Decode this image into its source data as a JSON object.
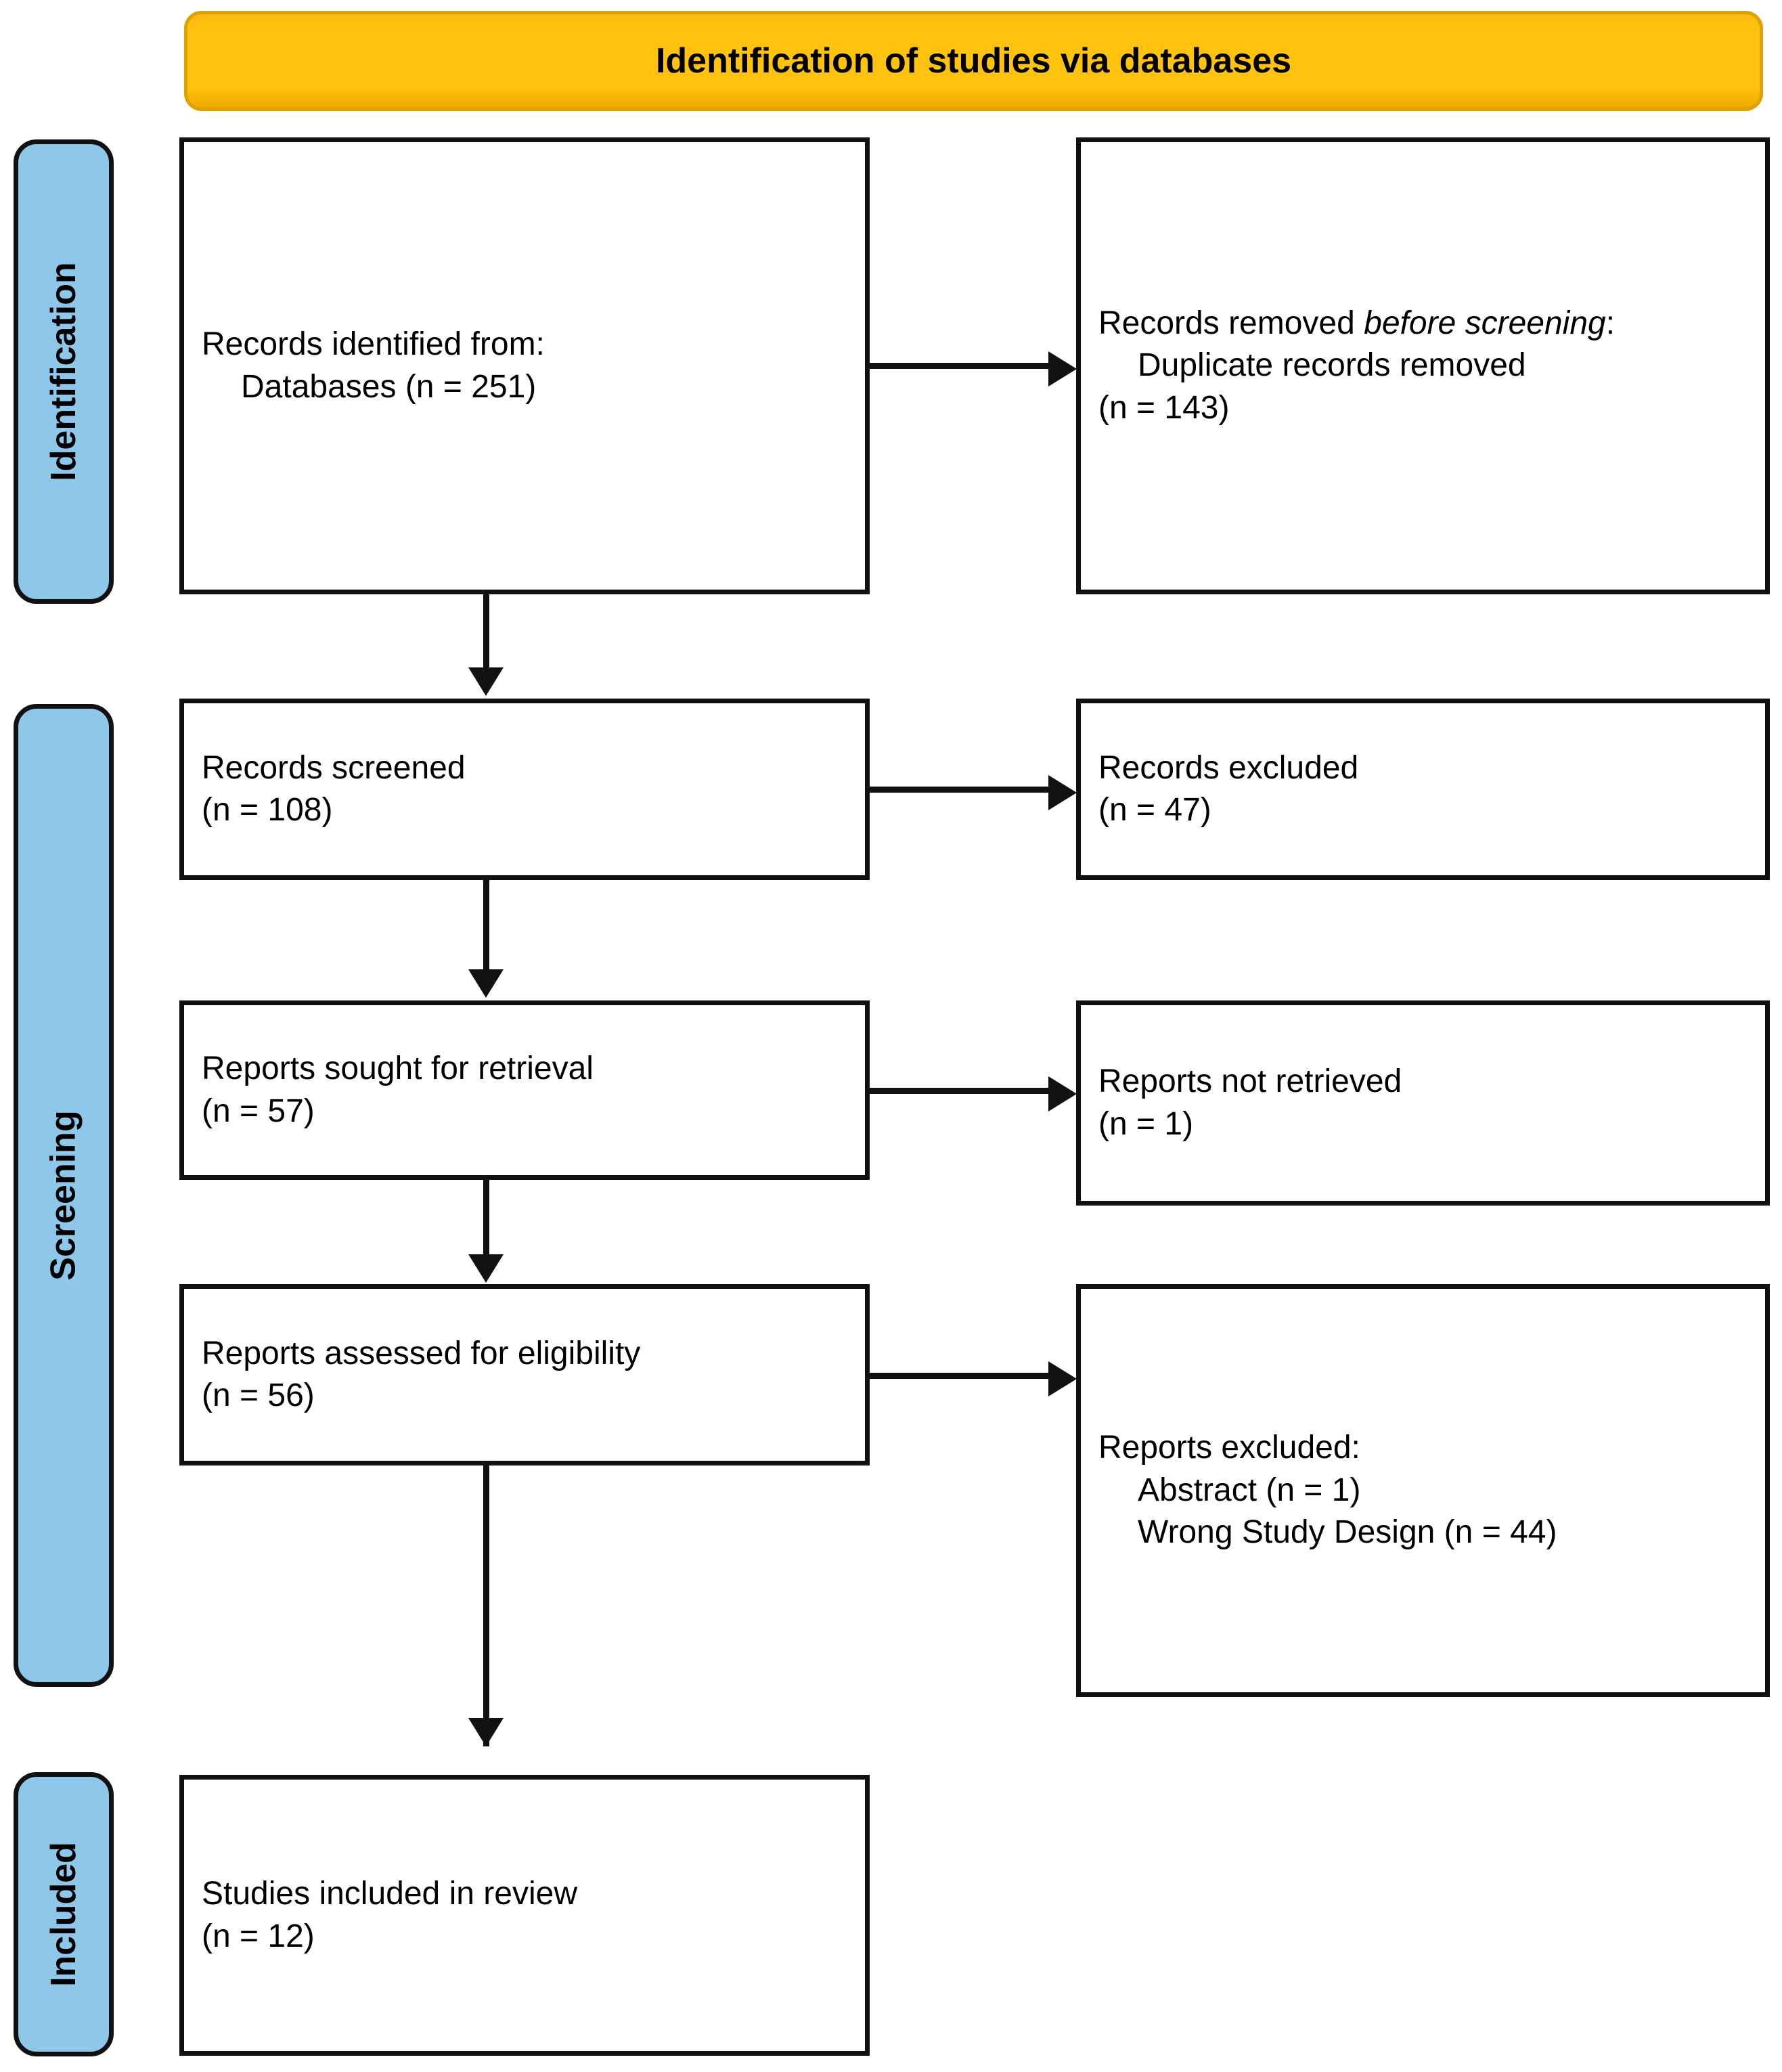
{
  "banner": {
    "title": "Identification of studies via databases",
    "bg_color": "#ffc20e",
    "text_color": "#000000"
  },
  "stages": [
    {
      "id": "identification",
      "label": "Identification",
      "color": "#8fc7ea"
    },
    {
      "id": "screening",
      "label": "Screening",
      "color": "#8fc7ea"
    },
    {
      "id": "included",
      "label": "Included",
      "color": "#8fc7ea"
    }
  ],
  "flow": {
    "identified": {
      "line1": "Records identified from:",
      "line2": "Databases (n = 251)",
      "count": 251
    },
    "removed": {
      "line1_pre": "Records removed ",
      "line1_italic": "before",
      "line2_italic": "screening",
      "line2_post": ":",
      "line3": "Duplicate records removed",
      "line4": "(n = 143)",
      "count": 143
    },
    "screened": {
      "line1": "Records screened",
      "line2": "(n = 108)",
      "count": 108
    },
    "excluded_records": {
      "line1": "Records excluded",
      "line2": "(n = 47)",
      "count": 47
    },
    "sought": {
      "line1": "Reports sought for retrieval",
      "line2": "(n = 57)",
      "count": 57
    },
    "not_retrieved": {
      "line1": "Reports not retrieved",
      "line2": "(n = 1)",
      "count": 1
    },
    "assessed": {
      "line1": "Reports assessed for eligibility",
      "line2": "(n = 56)",
      "count": 56
    },
    "excluded_reports": {
      "line1": "Reports excluded:",
      "line2": "Abstract (n = 1)",
      "line3": "Wrong Study Design (n = 44)",
      "abstract_count": 1,
      "wrong_study_design_count": 44
    },
    "included": {
      "line1": "Studies included in review",
      "line2": "(n = 12)",
      "count": 12
    }
  }
}
